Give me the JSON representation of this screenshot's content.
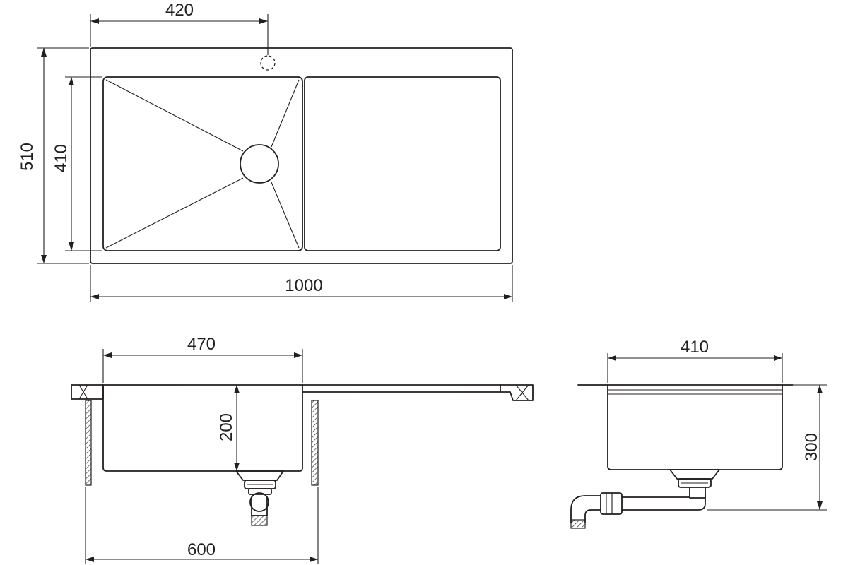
{
  "drawing": {
    "top_view": {
      "dim_faucet_offset": "420",
      "dim_total_depth": "510",
      "dim_bowl_depth": "410",
      "dim_total_width": "1000"
    },
    "front_view": {
      "dim_bowl_width": "470",
      "dim_bowl_height": "200",
      "dim_cabinet_width": "600"
    },
    "side_view": {
      "dim_bowl_width": "410",
      "dim_total_height": "300"
    },
    "colors": {
      "line": "#231f20",
      "background": "#ffffff"
    }
  }
}
